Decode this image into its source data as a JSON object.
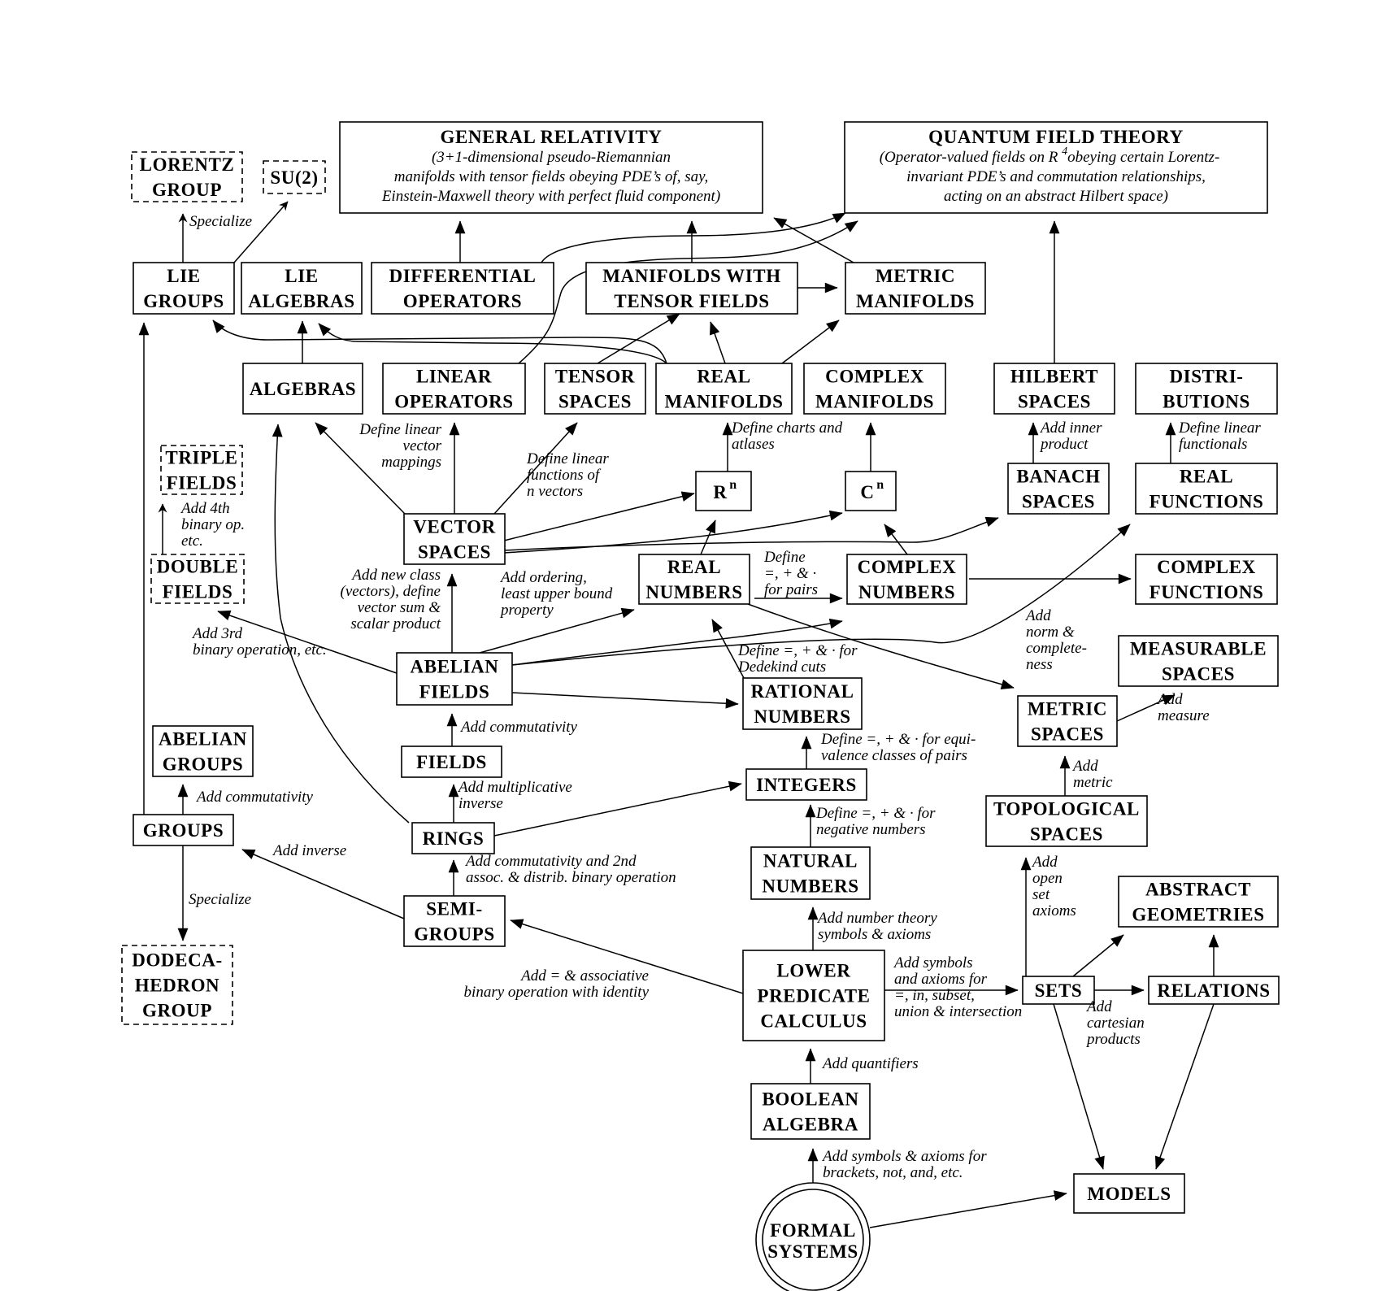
{
  "nodes": {
    "general_relativity": {
      "lines": [
        "GENERAL RELATIVITY"
      ],
      "sub": [
        "(3+1-dimensional pseudo-Riemannian",
        "manifolds with tensor fields obeying PDE’s of, say,",
        "Einstein-Maxwell theory with perfect fluid component)"
      ]
    },
    "quantum_field_theory": {
      "lines": [
        "QUANTUM FIELD THEORY"
      ],
      "sub": [
        "(Operator-valued fields on R",
        "4",
        "obeying certain Lorentz-",
        "invariant PDE’s and commutation relationships,",
        "acting on an abstract Hilbert space)"
      ]
    },
    "lorentz_group": {
      "lines": [
        "LORENTZ",
        "GROUP"
      ]
    },
    "su2": {
      "lines": [
        "SU(2)"
      ]
    },
    "lie_groups": {
      "lines": [
        "LIE",
        "GROUPS"
      ]
    },
    "lie_algebras": {
      "lines": [
        "LIE",
        "ALGEBRAS"
      ]
    },
    "differential_operators": {
      "lines": [
        "DIFFERENTIAL",
        "OPERATORS"
      ]
    },
    "manifolds_tensor_fields": {
      "lines": [
        "MANIFOLDS WITH",
        "TENSOR FIELDS"
      ]
    },
    "metric_manifolds": {
      "lines": [
        "METRIC",
        "MANIFOLDS"
      ]
    },
    "algebras": {
      "lines": [
        "ALGEBRAS"
      ]
    },
    "linear_operators": {
      "lines": [
        "LINEAR",
        "OPERATORS"
      ]
    },
    "tensor_spaces": {
      "lines": [
        "TENSOR",
        "SPACES"
      ]
    },
    "real_manifolds": {
      "lines": [
        "REAL",
        "MANIFOLDS"
      ]
    },
    "complex_manifolds": {
      "lines": [
        "COMPLEX",
        "MANIFOLDS"
      ]
    },
    "hilbert_spaces": {
      "lines": [
        "HILBERT",
        "SPACES"
      ]
    },
    "distributions": {
      "lines": [
        "DISTRI-",
        "BUTIONS"
      ]
    },
    "triple_fields": {
      "lines": [
        "TRIPLE",
        "FIELDS"
      ]
    },
    "rn": {
      "base": "R",
      "sup": "n"
    },
    "cn": {
      "base": "C",
      "sup": "n"
    },
    "banach_spaces": {
      "lines": [
        "BANACH",
        "SPACES"
      ]
    },
    "real_functions": {
      "lines": [
        "REAL",
        "FUNCTIONS"
      ]
    },
    "vector_spaces": {
      "lines": [
        "VECTOR",
        "SPACES"
      ]
    },
    "double_fields": {
      "lines": [
        "DOUBLE",
        "FIELDS"
      ]
    },
    "real_numbers": {
      "lines": [
        "REAL",
        "NUMBERS"
      ]
    },
    "complex_numbers": {
      "lines": [
        "COMPLEX",
        "NUMBERS"
      ]
    },
    "complex_functions": {
      "lines": [
        "COMPLEX",
        "FUNCTIONS"
      ]
    },
    "measurable_spaces": {
      "lines": [
        "MEASURABLE",
        "SPACES"
      ]
    },
    "abelian_fields": {
      "lines": [
        "ABELIAN",
        "FIELDS"
      ]
    },
    "rational_numbers": {
      "lines": [
        "RATIONAL",
        "NUMBERS"
      ]
    },
    "metric_spaces": {
      "lines": [
        "METRIC",
        "SPACES"
      ]
    },
    "abelian_groups": {
      "lines": [
        "ABELIAN",
        "GROUPS"
      ]
    },
    "fields": {
      "lines": [
        "FIELDS"
      ]
    },
    "integers": {
      "lines": [
        "INTEGERS"
      ]
    },
    "groups": {
      "lines": [
        "GROUPS"
      ]
    },
    "rings": {
      "lines": [
        "RINGS"
      ]
    },
    "topological_spaces": {
      "lines": [
        "TOPOLOGICAL",
        "SPACES"
      ]
    },
    "natural_numbers": {
      "lines": [
        "NATURAL",
        "NUMBERS"
      ]
    },
    "abstract_geometries": {
      "lines": [
        "ABSTRACT",
        "GEOMETRIES"
      ]
    },
    "semi_groups": {
      "lines": [
        "SEMI-",
        "GROUPS"
      ]
    },
    "dodecahedron_group": {
      "lines": [
        "DODECA-",
        "HEDRON",
        "GROUP"
      ]
    },
    "lower_predicate_calculus": {
      "lines": [
        "LOWER",
        "PREDICATE",
        "CALCULUS"
      ]
    },
    "sets": {
      "lines": [
        "SETS"
      ]
    },
    "relations": {
      "lines": [
        "RELATIONS"
      ]
    },
    "boolean_algebra": {
      "lines": [
        "BOOLEAN",
        "ALGEBRA"
      ]
    },
    "models": {
      "lines": [
        "MODELS"
      ]
    },
    "formal_systems": {
      "lines": [
        "FORMAL",
        "SYSTEMS"
      ]
    }
  },
  "labels": {
    "specialize_top": [
      "Specialize"
    ],
    "define_linear_vector_mappings": [
      "Define linear",
      "vector",
      "mappings"
    ],
    "define_linear_functions": [
      "Define linear",
      "functions of",
      "n vectors"
    ],
    "define_charts": [
      "Define charts and",
      "atlases"
    ],
    "add_inner_product": [
      "Add inner",
      "product"
    ],
    "define_linear_functionals": [
      "Define linear",
      "functionals"
    ],
    "add_4th_binary": [
      "Add 4th",
      "binary op.",
      "etc."
    ],
    "add_new_class": [
      "Add new class",
      "(vectors), define",
      "vector sum &",
      "scalar product"
    ],
    "add_ordering": [
      "Add ordering,",
      "least upper bound",
      "property"
    ],
    "define_pairs": [
      "Define",
      "=, + & ·",
      "for pairs"
    ],
    "add_norm": [
      "Add",
      "norm &",
      "complete-",
      "ness"
    ],
    "add_3rd_binary": [
      "Add 3rd",
      "binary operation, etc."
    ],
    "define_dedekind": [
      "Define =, + & · for",
      "Dedekind cuts"
    ],
    "add_measure": [
      "Add",
      "measure"
    ],
    "add_commutativity_fields": [
      "Add commutativity"
    ],
    "define_equivalence": [
      "Define =, + & · for equi-",
      "valence classes of pairs"
    ],
    "add_metric": [
      "Add",
      "metric"
    ],
    "add_commutativity_groups": [
      "Add commutativity"
    ],
    "add_multiplicative_inverse": [
      "Add multiplicative",
      "inverse"
    ],
    "define_negative": [
      "Define =, + & · for",
      "negative numbers"
    ],
    "add_inverse": [
      "Add inverse"
    ],
    "add_commutativity_2nd": [
      "Add commutativity and 2nd",
      "assoc. & distrib. binary operation"
    ],
    "add_open_set": [
      "Add",
      "open",
      "set",
      "axioms"
    ],
    "specialize_bottom": [
      "Specialize"
    ],
    "add_number_theory": [
      "Add number theory",
      "symbols & axioms"
    ],
    "add_associative": [
      "Add = & associative",
      "binary operation with identity"
    ],
    "add_symbols_sets": [
      "Add symbols",
      "and axioms for",
      "=, in, subset,",
      "union & intersection"
    ],
    "add_cartesian": [
      "Add",
      "cartesian",
      "products"
    ],
    "add_quantifiers": [
      "Add quantifiers"
    ],
    "add_symbols_brackets": [
      "Add symbols & axioms for",
      "brackets, not, and, etc."
    ]
  }
}
